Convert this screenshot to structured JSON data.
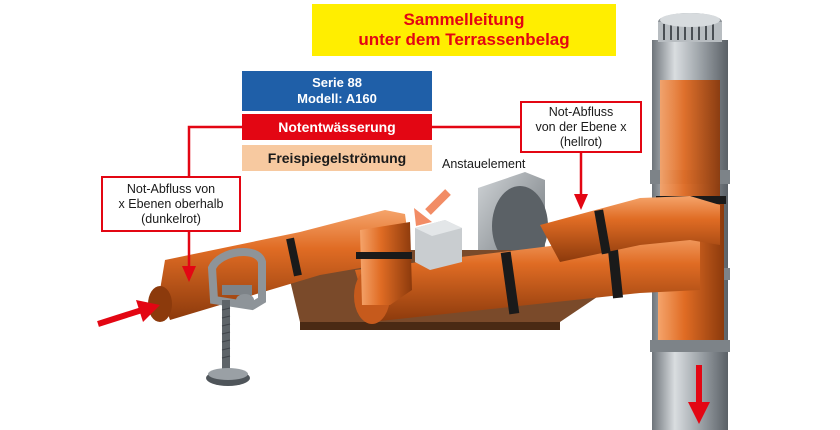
{
  "title": {
    "line1": "Sammelleitung",
    "line2": "unter dem Terrassenbelag"
  },
  "series": {
    "line1": "Serie 88",
    "line2": "Modell: A160"
  },
  "notentwaesserung": "Notentwässerung",
  "freispiegel": "Freispiegelströmung",
  "callout_left": {
    "line1": "Not-Abfluss von",
    "line2": "x Ebenen oberhalb",
    "line3": "(dunkelrot)"
  },
  "callout_right": {
    "line1": "Not-Abfluss",
    "line2": "von der Ebene x",
    "line3": "(hellrot)"
  },
  "anstau_label": "Anstauelement",
  "colors": {
    "accent_red": "#e30613",
    "title_yellow": "#ffee00",
    "series_blue": "#1f5fa8",
    "beige": "#f7c9a0",
    "pipe_orange": "#d9661f",
    "steel_grey": "#9ba1a6"
  }
}
